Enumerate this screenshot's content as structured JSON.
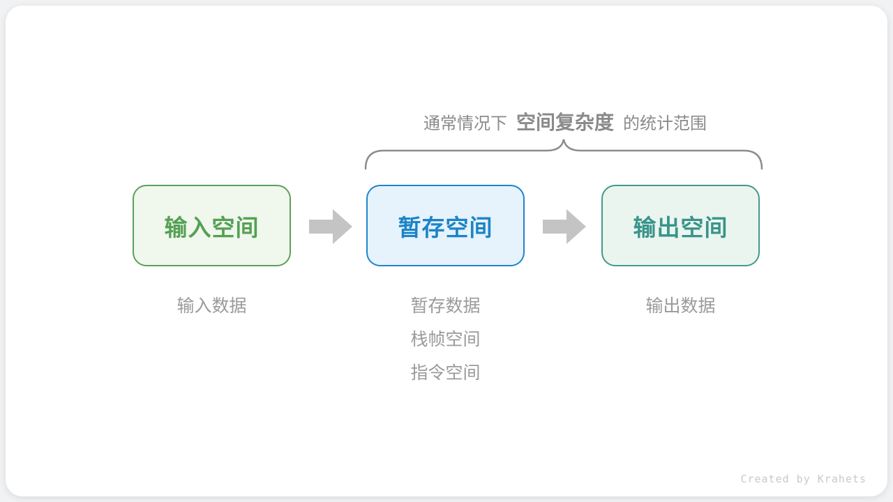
{
  "caption": {
    "prefix": "通常情况下",
    "highlight": "空间复杂度",
    "suffix": "的统计范围"
  },
  "boxes": [
    {
      "label": "输入空间",
      "notes": [
        "输入数据"
      ],
      "colors": {
        "border": "#5C9F5C",
        "bg": "#F0F7EC",
        "text": "#55A055"
      }
    },
    {
      "label": "暂存空间",
      "notes": [
        "暂存数据",
        "栈帧空间",
        "指令空间"
      ],
      "colors": {
        "border": "#1E85C7",
        "bg": "#E6F2FC",
        "text": "#1C84C6"
      }
    },
    {
      "label": "输出空间",
      "notes": [
        "输出数据"
      ],
      "colors": {
        "border": "#43998B",
        "bg": "#EBF5F0",
        "text": "#39948A"
      }
    }
  ],
  "credit": "Created by Krahets",
  "colors": {
    "page_bg": "#F1F2F4",
    "card_bg": "#FFFFFF",
    "caption_text": "#8A8A8A",
    "brace": "#8C8C8C",
    "arrow": "#C4C4C4",
    "note_text": "#9A9A9A",
    "credit_text": "#C9C9C9"
  }
}
